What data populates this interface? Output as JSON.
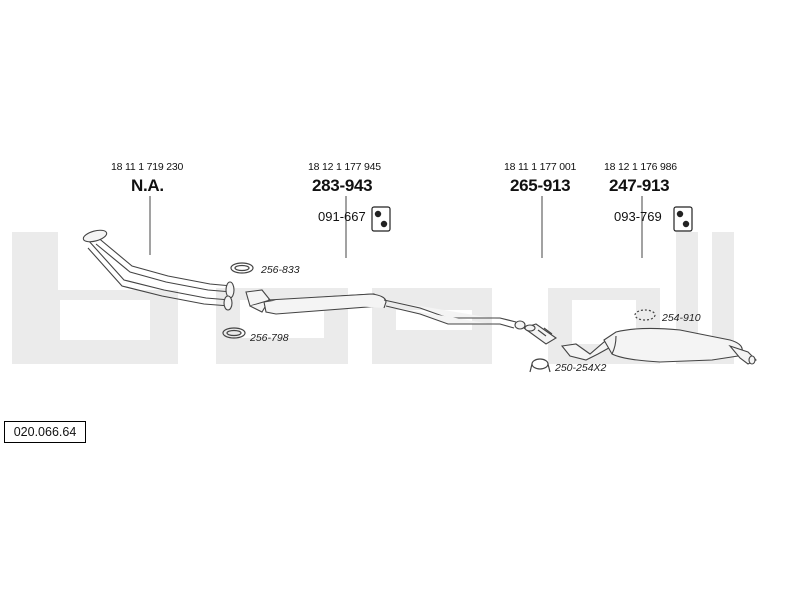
{
  "watermark": {
    "text": "bosal",
    "color": "#ebebeb"
  },
  "diagram_ref": "020.066.64",
  "parts": [
    {
      "oe_number": "18 11 1 719 230",
      "part_number": "N.A."
    },
    {
      "oe_number": "18 12 1 177 945",
      "part_number": "283-943",
      "mount_number": "091-667"
    },
    {
      "oe_number": "18 11 1 177 001",
      "part_number": "265-913"
    },
    {
      "oe_number": "18 12 1 176 986",
      "part_number": "247-913",
      "mount_number": "093-769"
    }
  ],
  "accessories": [
    {
      "code": "256-833"
    },
    {
      "code": "256-798"
    },
    {
      "code": "254-910"
    },
    {
      "code": "250-254X2"
    }
  ],
  "colors": {
    "line": "#444444",
    "pipe_fill": "#f4f4f4",
    "text": "#111111"
  }
}
